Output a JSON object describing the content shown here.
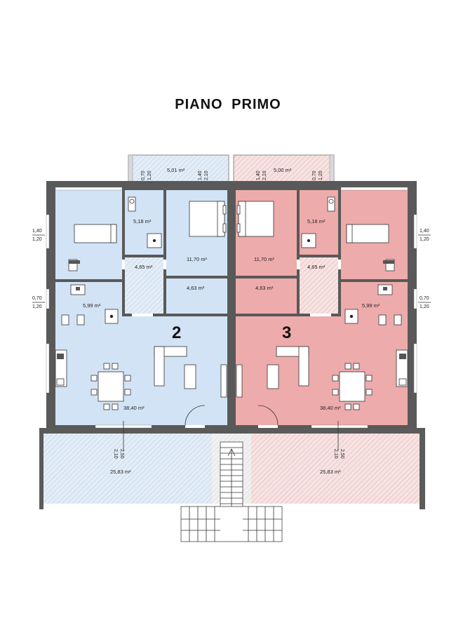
{
  "title": "PIANO  PRIMO",
  "colors": {
    "unit2": "#d2e3f6",
    "unit3": "#eeabab",
    "wall": "#595959",
    "terrace2": "#dfeaf5",
    "terrace3": "#f4dada"
  },
  "units": [
    {
      "id": "2",
      "label": "2",
      "areas": {
        "balcony": "5,01 m²",
        "bath_top": "5,18 m²",
        "master_bedroom": "11,70 m²",
        "hall": "4,65 m²",
        "closet": "4,63 m²",
        "bath_bottom": "5,99 m²",
        "living": "38,40 m²",
        "terrace": "25,83 m²"
      },
      "dims": {
        "balcony_left": [
          "0,70",
          "1,20"
        ],
        "balcony_right": [
          "1,40",
          "2,10"
        ],
        "window_bedroom": [
          "1,40",
          "1,20"
        ],
        "window_bath": [
          "0,70",
          "1,20"
        ],
        "terrace_door": [
          "2,50",
          "2,10"
        ]
      }
    },
    {
      "id": "3",
      "label": "3",
      "areas": {
        "balcony": "5,00 m²",
        "bath_top": "5,18 m²",
        "master_bedroom": "11,70 m²",
        "hall": "4,65 m²",
        "closet": "4,63 m²",
        "bath_bottom": "5,99 m²",
        "living": "38,40 m²",
        "terrace": "25,83 m²"
      },
      "dims": {
        "balcony_left": [
          "1,40",
          "2,10"
        ],
        "balcony_right": [
          "0,70",
          "1,20"
        ],
        "window_bedroom": [
          "1,40",
          "1,20"
        ],
        "window_bath": [
          "0,70",
          "1,20"
        ],
        "terrace_door": [
          "2,50",
          "2,10"
        ]
      }
    }
  ]
}
